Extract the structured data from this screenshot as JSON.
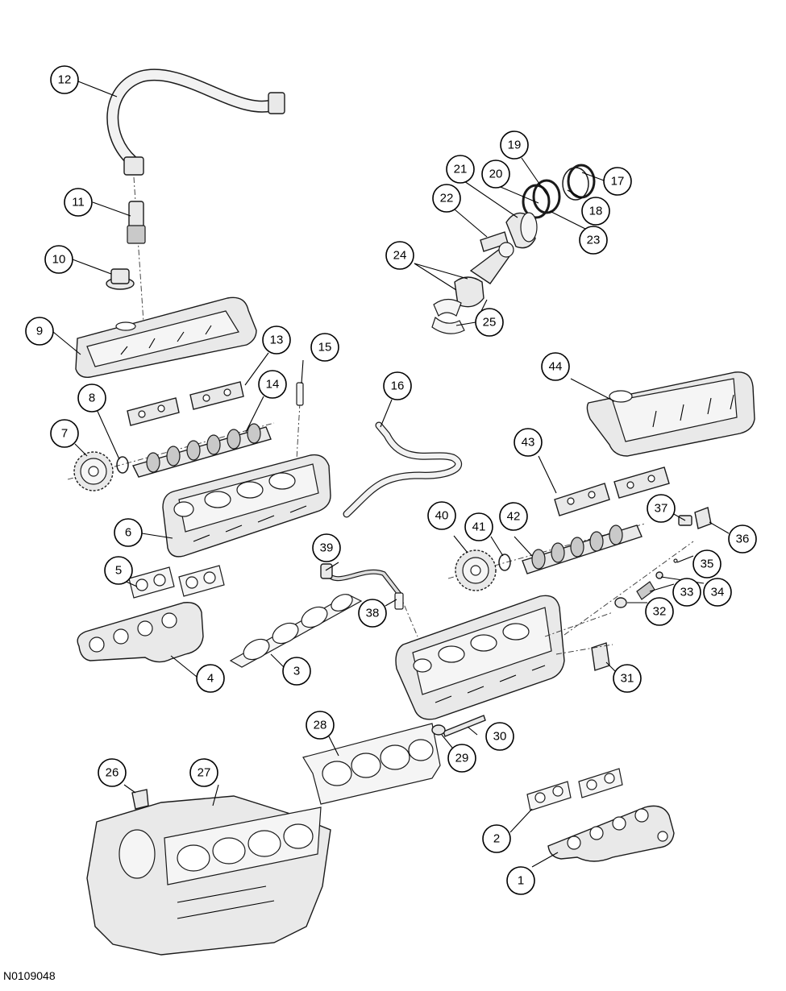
{
  "figure": {
    "code": "N0109048"
  },
  "callouts": [
    "1",
    "2",
    "3",
    "4",
    "5",
    "6",
    "7",
    "8",
    "9",
    "10",
    "11",
    "12",
    "13",
    "14",
    "15",
    "16",
    "17",
    "18",
    "19",
    "20",
    "21",
    "22",
    "23",
    "24",
    "25",
    "26",
    "27",
    "28",
    "29",
    "30",
    "31",
    "32",
    "33",
    "34",
    "35",
    "36",
    "37",
    "38",
    "39",
    "40",
    "41",
    "42",
    "43",
    "44"
  ]
}
